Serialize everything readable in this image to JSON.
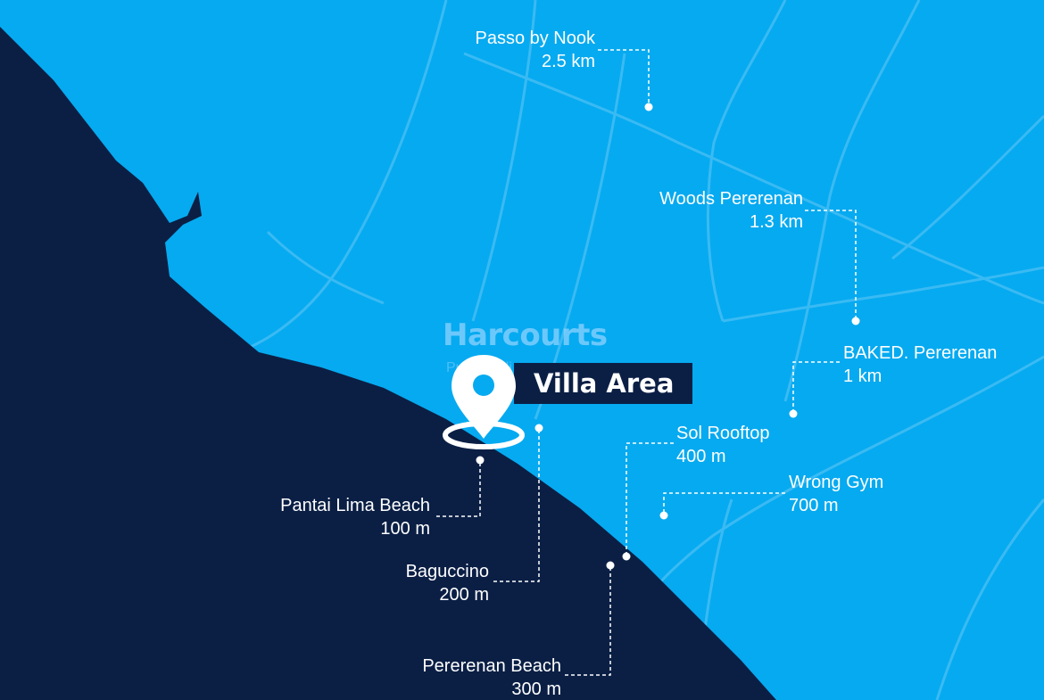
{
  "map": {
    "colors": {
      "land": "#06aaf0",
      "sea": "#0b1f45",
      "road": "#4cc0f5",
      "marker": "#ffffff"
    },
    "watermark": {
      "brand": "Harcourts",
      "sub": "Purba Bali"
    },
    "villa": {
      "label": "Villa Area",
      "icon": "location-pin-icon"
    },
    "places": [
      {
        "id": "passo",
        "name": "Passo by Nook",
        "distance": "2.5 km"
      },
      {
        "id": "woods",
        "name": "Woods Pererenan",
        "distance": "1.3 km"
      },
      {
        "id": "baked",
        "name": "BAKED. Pererenan",
        "distance": "1 km"
      },
      {
        "id": "sol",
        "name": "Sol Rooftop",
        "distance": "400 m"
      },
      {
        "id": "wrong",
        "name": "Wrong Gym",
        "distance": "700 m"
      },
      {
        "id": "pantai",
        "name": "Pantai Lima Beach",
        "distance": "100 m"
      },
      {
        "id": "baguccino",
        "name": "Baguccino",
        "distance": "200 m"
      },
      {
        "id": "pererenan",
        "name": "Pererenan Beach",
        "distance": "300 m"
      }
    ]
  }
}
